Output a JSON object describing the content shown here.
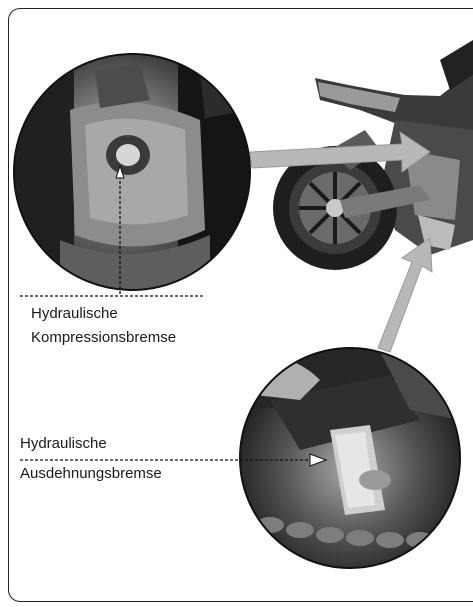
{
  "callouts": {
    "compression": {
      "line1": "Hydraulische",
      "line2": "Kompressionsbremse"
    },
    "rebound": {
      "line1": "Hydraulische",
      "line2": "Ausdehnungsbremse"
    }
  },
  "colors": {
    "photo_dark": "#1c1c1c",
    "photo_mid": "#6e6e6e",
    "photo_light": "#bdbdbd",
    "arrow_fill": "#b8b8b8",
    "frame": "#222222"
  }
}
